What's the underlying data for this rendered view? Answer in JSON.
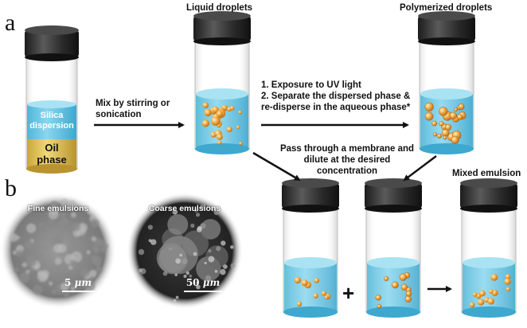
{
  "panels": {
    "a": "a",
    "b": "b"
  },
  "titles": {
    "liquid": "Liquid droplets",
    "polymerized": "Polymerized droplets",
    "mixed": "Mixed emulsion"
  },
  "vial1": {
    "silica_line1": "Silica",
    "silica_line2": "dispersion",
    "oil_line1": "Oil",
    "oil_line2": "phase"
  },
  "steps": {
    "mix_line1": "Mix by stirring or",
    "mix_line2": "sonication",
    "uv_line1": "1. Exposure to UV light",
    "uv_line2": "2. Separate the dispersed phase &",
    "uv_line3": "re-disperse in the aqueous phase*",
    "pass_line1": "Pass through a membrane and",
    "pass_line2": "dilute at the desired",
    "pass_line3": "concentration"
  },
  "symbols": {
    "plus": "+"
  },
  "micrographs": {
    "fine": {
      "title": "Fine emulsions",
      "scale_value": "5",
      "scale_unit": "μm"
    },
    "coarse": {
      "title": "Coarse emulsions",
      "scale_value": "50",
      "scale_unit": "μm"
    }
  },
  "colors": {
    "cap": "#2e2e2e",
    "liquid": "#6cc8e4",
    "oil": "#e0c25c",
    "droplet": "#e89a3a"
  }
}
